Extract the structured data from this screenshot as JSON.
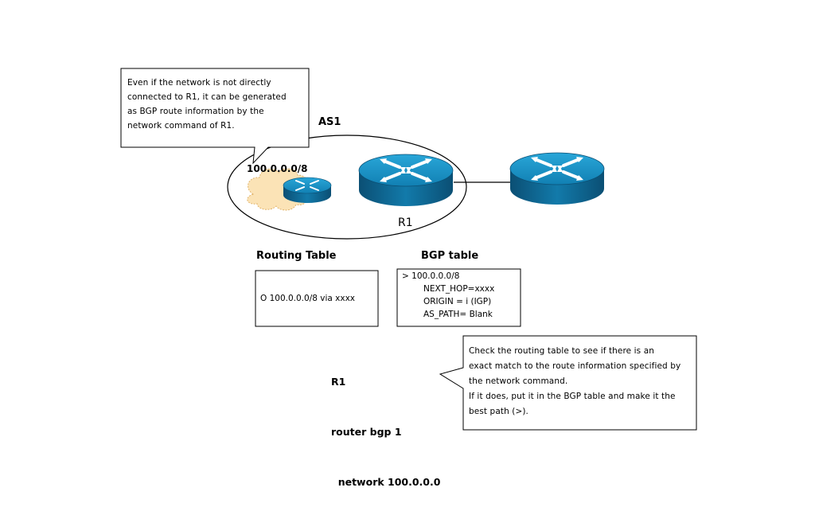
{
  "callout_top": {
    "lines": [
      "Even if the network is not directly",
      "connected to R1, it can be generated",
      "as BGP route information by the",
      "network command of R1."
    ]
  },
  "as_label": "AS1",
  "network_label": "100.0.0.0/8",
  "router_label": "R1",
  "routing_table": {
    "title": "Routing Table",
    "entry": "O 100.0.0.0/8 via xxxx"
  },
  "bgp_table": {
    "title": "BGP table",
    "lines": [
      "> 100.0.0.0/8",
      "NEXT_HOP=xxxx",
      "ORIGIN = i (IGP)",
      "AS_PATH= Blank"
    ]
  },
  "config": {
    "lines": [
      "R1",
      "router bgp 1",
      "  network 100.0.0.0"
    ]
  },
  "callout_bottom": {
    "lines": [
      "Check the routing table to see if there is an",
      "exact match to the route information specified by",
      "the network command.",
      "If it does, put it in the BGP table and make it the",
      "best path (>)."
    ]
  },
  "icons": [
    "router-icon",
    "cloud-icon",
    "callout-icon"
  ],
  "colors": {
    "router_top": "#1a8fc0",
    "router_side": "#0e5c86",
    "cloud": "#fbe3b6",
    "cloud_stroke": "#e0b36a"
  }
}
